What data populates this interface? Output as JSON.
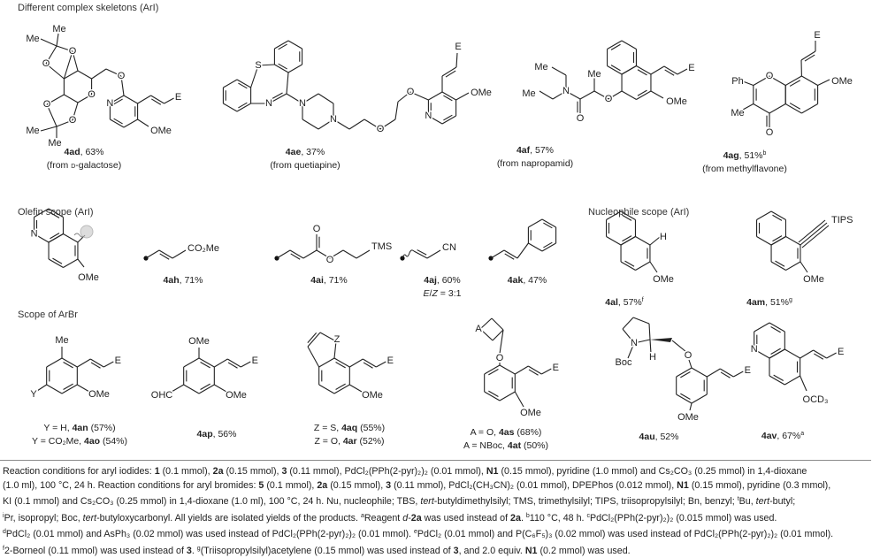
{
  "sections": {
    "complex": "Different complex skeletons (ArI)",
    "olefin": "Olefin scope (ArI)",
    "nucleophile": "Nucleophile scope (ArI)",
    "arbr": "Scope of ArBr"
  },
  "molecules": {
    "4ad": {
      "labels": [
        "Me",
        "Me",
        "O",
        "O",
        "O",
        "O",
        "N",
        "E",
        "OMe",
        "O",
        "O",
        "Me",
        "Me"
      ]
    },
    "4ae": {
      "labels": [
        "S",
        "N",
        "N",
        "N",
        "O",
        "O",
        "N",
        "E",
        "OMe"
      ]
    },
    "4af": {
      "labels": [
        "Me",
        "Me",
        "N",
        "O",
        "Me",
        "O",
        "OMe",
        "E"
      ]
    },
    "4ag": {
      "labels": [
        "Ph",
        "O",
        "Me",
        "O",
        "OMe",
        "E"
      ]
    },
    "core": {
      "labels": [
        "N",
        "OMe"
      ]
    },
    "4ah": {
      "labels": [
        "CO₂Me"
      ]
    },
    "4ai": {
      "labels": [
        "O",
        "O",
        "TMS"
      ]
    },
    "4aj": {
      "labels": [
        "CN"
      ]
    },
    "4al": {
      "labels": [
        "H",
        "OMe"
      ]
    },
    "4am": {
      "labels": [
        "TIPS",
        "OMe"
      ]
    },
    "4an": {
      "labels": [
        "Me",
        "E",
        "OMe",
        "Y"
      ]
    },
    "4ap": {
      "labels": [
        "OMe",
        "E",
        "OMe",
        "OHC"
      ]
    },
    "4aq": {
      "labels": [
        "Z",
        "E",
        "OMe"
      ]
    },
    "4as": {
      "labels": [
        "A",
        "O",
        "E",
        "OMe"
      ]
    },
    "4au": {
      "labels": [
        "N",
        "Boc",
        "H",
        "O",
        "E",
        "OMe"
      ]
    },
    "4av": {
      "labels": [
        "N",
        "E",
        "OCD₃"
      ]
    }
  },
  "captions": {
    "4ad": [
      [
        [
          "b",
          "4ad"
        ],
        [
          "",
          ", 63%"
        ]
      ],
      [
        [
          "",
          "(from "
        ],
        [
          "sc",
          "d"
        ],
        [
          "",
          "-galactose)"
        ]
      ]
    ],
    "4ae": [
      [
        [
          "b",
          "4ae"
        ],
        [
          "",
          ", 37%"
        ]
      ],
      [
        [
          "",
          "(from quetiapine)"
        ]
      ]
    ],
    "4af": [
      [
        [
          "b",
          "4af"
        ],
        [
          "",
          ", 57%"
        ]
      ],
      [
        [
          "",
          "(from napropamid)"
        ]
      ]
    ],
    "4ag": [
      [
        [
          "b",
          "4ag"
        ],
        [
          "",
          ", 51%"
        ],
        [
          "sup",
          "b"
        ]
      ],
      [
        [
          "",
          "(from methylflavone)"
        ]
      ]
    ],
    "4ah": [
      [
        [
          "b",
          "4ah"
        ],
        [
          "",
          ", 71%"
        ]
      ]
    ],
    "4ai": [
      [
        [
          "b",
          "4ai"
        ],
        [
          "",
          ", 71%"
        ]
      ]
    ],
    "4aj": [
      [
        [
          "b",
          "4aj"
        ],
        [
          "",
          ", 60%"
        ]
      ],
      [
        [
          "i",
          "E"
        ],
        [
          "",
          "/"
        ],
        [
          "i",
          "Z"
        ],
        [
          "",
          " = 3:1"
        ]
      ]
    ],
    "4ak": [
      [
        [
          "b",
          "4ak"
        ],
        [
          "",
          ", 47%"
        ]
      ]
    ],
    "4al": [
      [
        [
          "b",
          "4al"
        ],
        [
          "",
          ", 57%"
        ],
        [
          "sup",
          "f"
        ]
      ]
    ],
    "4am": [
      [
        [
          "b",
          "4am"
        ],
        [
          "",
          ", 51%"
        ],
        [
          "sup",
          "g"
        ]
      ]
    ],
    "4an": [
      [
        [
          "",
          "Y = H, "
        ],
        [
          "b",
          "4an"
        ],
        [
          "",
          " (57%)"
        ]
      ],
      [
        [
          "",
          "Y = CO₂Me, "
        ],
        [
          "b",
          "4ao"
        ],
        [
          "",
          " (54%)"
        ]
      ]
    ],
    "4ap": [
      [
        [
          "b",
          "4ap"
        ],
        [
          "",
          ", 56%"
        ]
      ]
    ],
    "4aq": [
      [
        [
          "",
          "Z = S, "
        ],
        [
          "b",
          "4aq"
        ],
        [
          "",
          " (55%)"
        ]
      ],
      [
        [
          "",
          "Z = O, "
        ],
        [
          "b",
          "4ar"
        ],
        [
          "",
          " (52%)"
        ]
      ]
    ],
    "4as": [
      [
        [
          "",
          "A = O, "
        ],
        [
          "b",
          "4as"
        ],
        [
          "",
          " (68%)"
        ]
      ],
      [
        [
          "",
          "A = NBoc, "
        ],
        [
          "b",
          "4at"
        ],
        [
          "",
          " (50%)"
        ]
      ]
    ],
    "4au": [
      [
        [
          "b",
          "4au"
        ],
        [
          "",
          ", 52%"
        ]
      ]
    ],
    "4av": [
      [
        [
          "b",
          "4av"
        ],
        [
          "",
          ", 67%"
        ],
        [
          "sup",
          "a"
        ]
      ]
    ]
  },
  "footnote": [
    [
      [
        "",
        "Reaction conditions for aryl iodides: "
      ],
      [
        "b",
        "1"
      ],
      [
        "",
        " (0.1 mmol), "
      ],
      [
        "b",
        "2a"
      ],
      [
        "",
        " (0.15 mmol), "
      ],
      [
        "b",
        "3"
      ],
      [
        "",
        " (0.11 mmol), PdCl₂(PPh(2-pyr)₂)₂ (0.01 mmol), "
      ],
      [
        "b",
        "N1"
      ],
      [
        "",
        " (0.15 mmol), pyridine (1.0 mmol) and Cs₂CO₃ (0.25 mmol) in 1,4-dioxane"
      ]
    ],
    [
      [
        "",
        "(1.0 ml), 100 °C, 24 h. Reaction conditions for aryl bromides: "
      ],
      [
        "b",
        "5"
      ],
      [
        "",
        " (0.1 mmol), "
      ],
      [
        "b",
        "2a"
      ],
      [
        "",
        " (0.15 mmol), "
      ],
      [
        "b",
        "3"
      ],
      [
        "",
        " (0.11 mmol), PdCl₂(CH₃CN)₂ (0.01 mmol), DPEPhos (0.012 mmol), "
      ],
      [
        "b",
        "N1"
      ],
      [
        "",
        " (0.15 mmol), pyridine (0.3 mmol),"
      ]
    ],
    [
      [
        "",
        "KI (0.1 mmol) and Cs₂CO₃ (0.25 mmol) in 1,4-dioxane (1.0 ml), 100 °C, 24 h. Nu, nucleophile; TBS, "
      ],
      [
        "i",
        "tert"
      ],
      [
        "",
        "-butyldimethylsilyl; TMS, trimethylsilyl; TIPS, triisopropylsilyl; Bn, benzyl; "
      ],
      [
        "sup",
        "t"
      ],
      [
        "",
        "Bu, "
      ],
      [
        "i",
        "tert"
      ],
      [
        "",
        "-butyl;"
      ]
    ],
    [
      [
        "sup",
        "i"
      ],
      [
        "",
        "Pr, isopropyl; Boc, "
      ],
      [
        "i",
        "tert"
      ],
      [
        "",
        "-butyloxycarbonyl. All yields are isolated yields of the products. "
      ],
      [
        "sup",
        "a"
      ],
      [
        "",
        "Reagent "
      ],
      [
        "i",
        "d"
      ],
      [
        "",
        "-"
      ],
      [
        "b",
        "2a"
      ],
      [
        "",
        " was used instead of "
      ],
      [
        "b",
        "2a"
      ],
      [
        "",
        ". "
      ],
      [
        "sup",
        "b"
      ],
      [
        "",
        "110 °C, 48 h. "
      ],
      [
        "sup",
        "c"
      ],
      [
        "",
        "PdCl₂(PPh(2-pyr)₂)₂ (0.015 mmol) was used."
      ]
    ],
    [
      [
        "sup",
        "d"
      ],
      [
        "",
        "PdCl₂ (0.01 mmol) and AsPh₃ (0.02 mmol) was used instead of PdCl₂(PPh(2-pyr)₂)₂ (0.01 mmol). "
      ],
      [
        "sup",
        "e"
      ],
      [
        "",
        "PdCl₂ (0.01 mmol) and P(C₆F₅)₃ (0.02 mmol) was used instead of PdCl₂(PPh(2-pyr)₂)₂ (0.01 mmol)."
      ]
    ],
    [
      [
        "sup",
        "f"
      ],
      [
        "",
        "2-Borneol (0.11 mmol) was used instead of "
      ],
      [
        "b",
        "3"
      ],
      [
        "",
        ". "
      ],
      [
        "sup",
        "g"
      ],
      [
        "",
        "(Triisopropylsilyl)acetylene (0.15 mmol) was used instead of "
      ],
      [
        "b",
        "3"
      ],
      [
        "",
        ", and 2.0 equiv. "
      ],
      [
        "b",
        "N1"
      ],
      [
        "",
        " (0.2 mmol) was used."
      ]
    ]
  ]
}
